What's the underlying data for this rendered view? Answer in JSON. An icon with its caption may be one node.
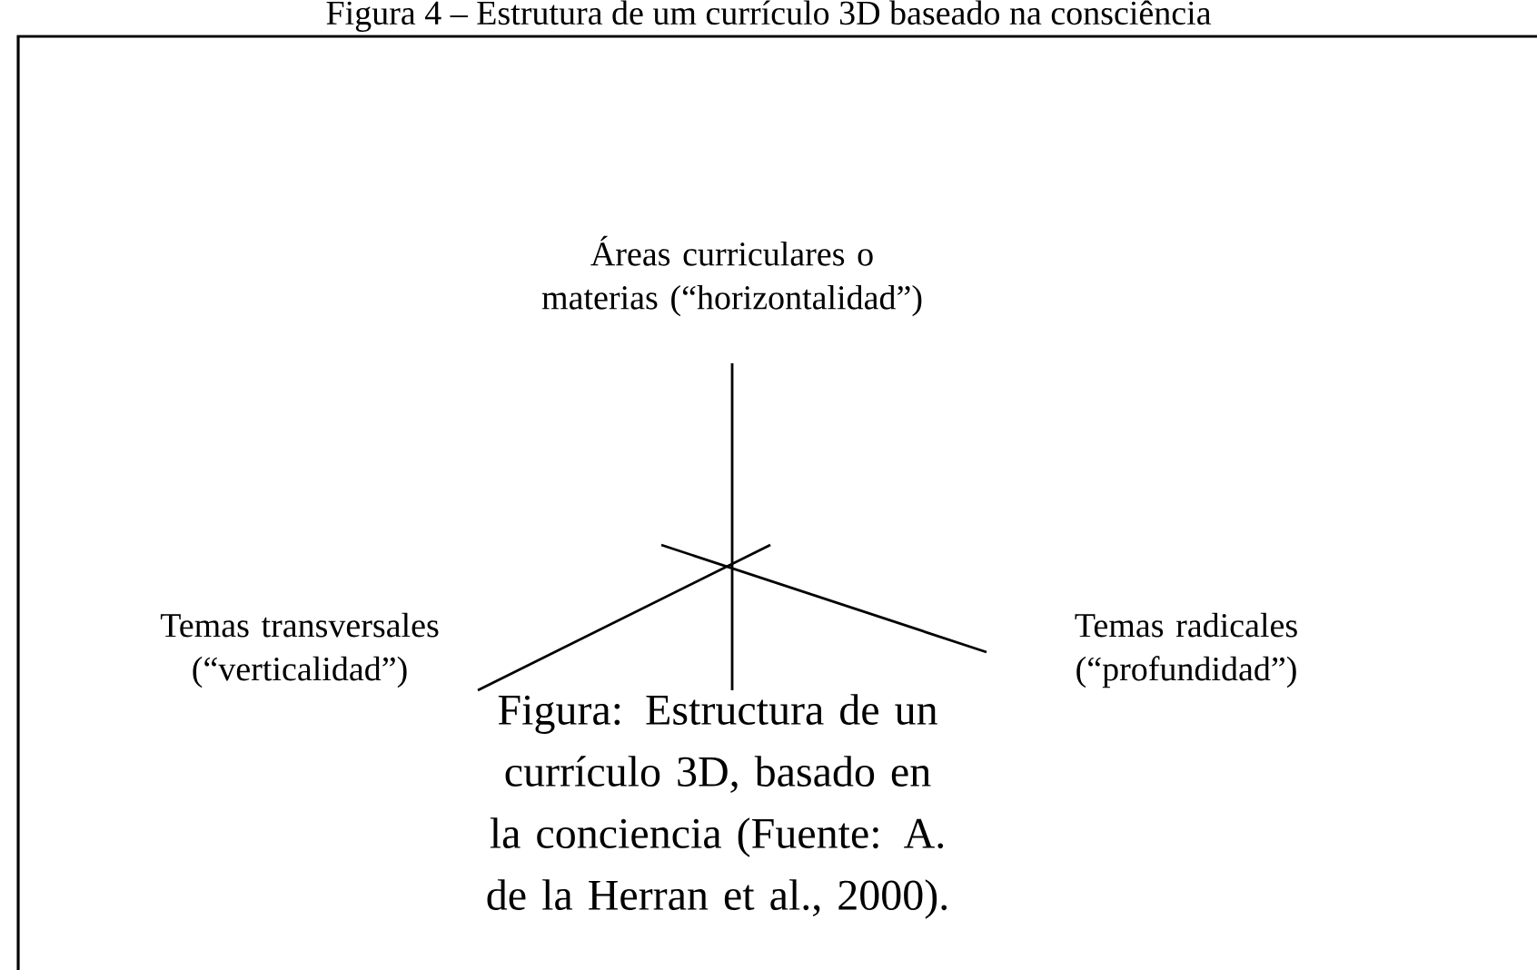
{
  "diagram": {
    "title": "Figura 4 – Estrutura de um currículo 3D baseado na consciência",
    "caption": "Figura: Estructura de un currículo 3D, basado en la conciencia (Fuente: A. de la Herran et al., 2000).",
    "labels": [
      "Áreas curriculares o materias (“horizontalidad”)",
      "Temas transversales (“verticalidad”)",
      "Temas radicales (“profundidad”)"
    ]
  }
}
